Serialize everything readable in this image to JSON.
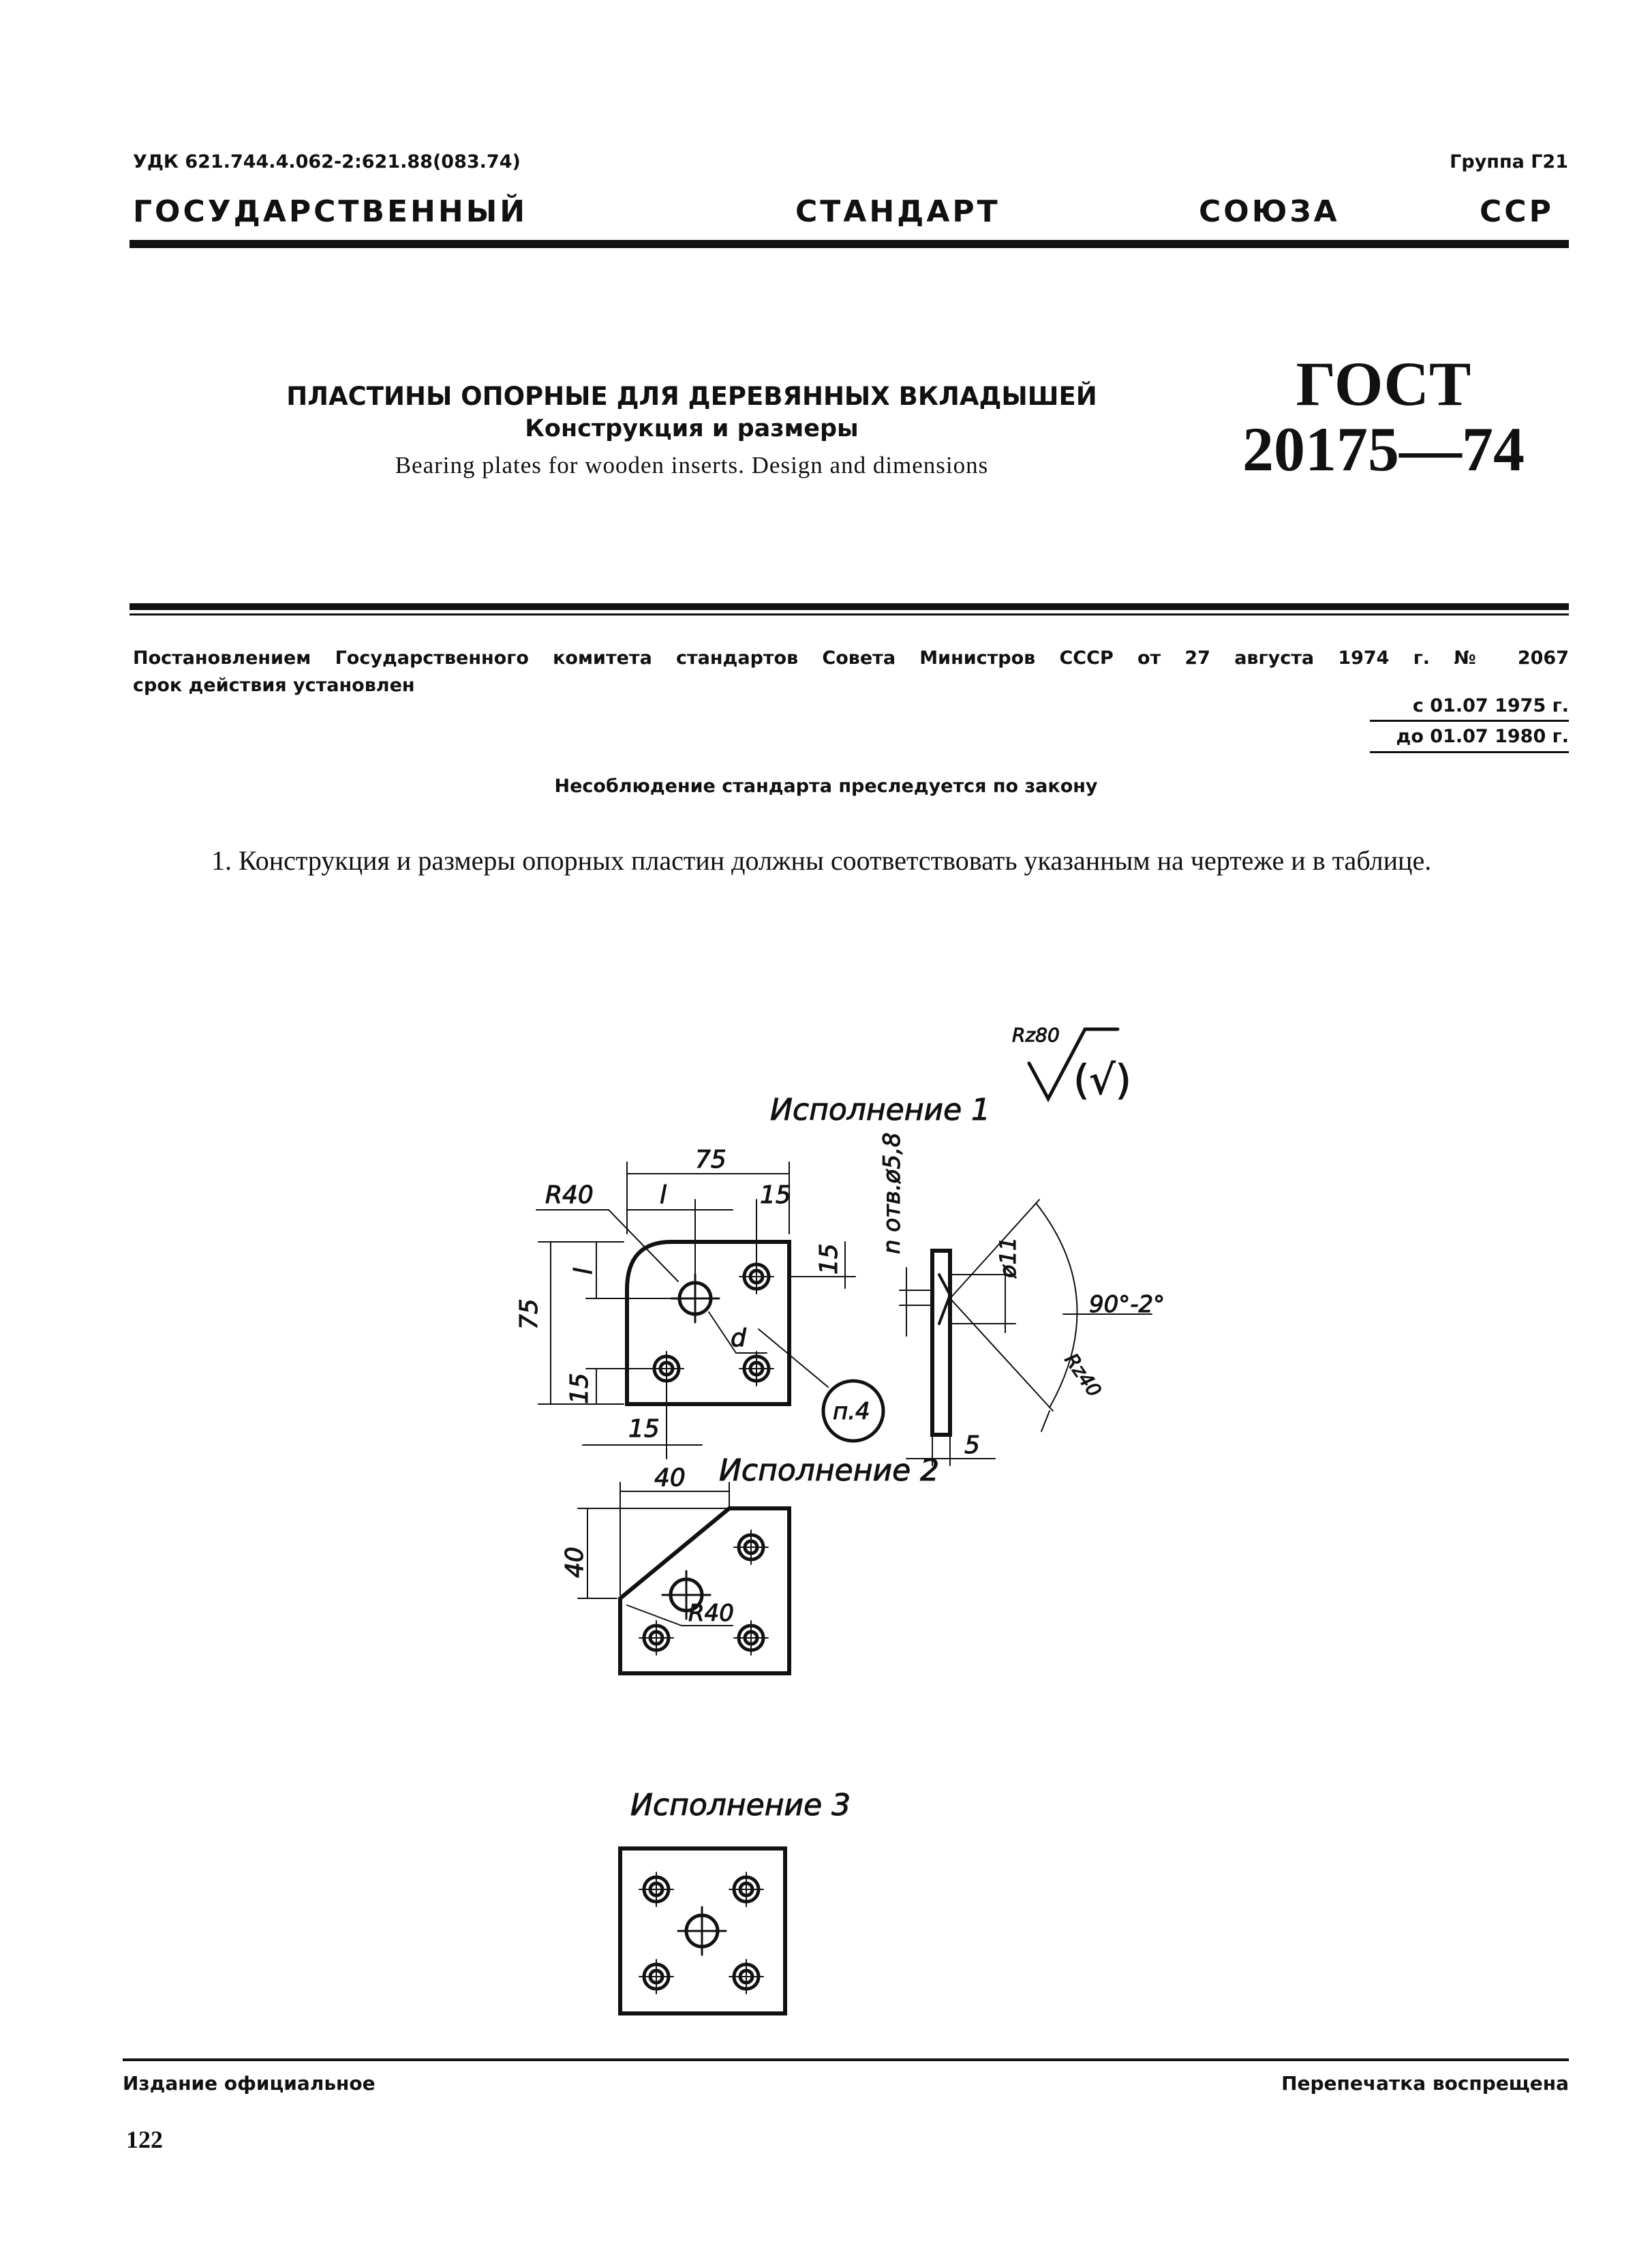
{
  "header": {
    "udk": "УДК 621.744.4.062-2:621.88(083.74)",
    "group": "Группа Г21",
    "state_title_words": [
      "ГОСУДАРСТВЕННЫЙ",
      "СТАНДАРТ",
      "СОЮЗА",
      "ССР"
    ]
  },
  "title": {
    "ru": "ПЛАСТИНЫ ОПОРНЫЕ ДЛЯ ДЕРЕВЯННЫХ ВКЛАДЫШЕЙ",
    "subtitle_ru": "Конструкция и размеры",
    "en": "Bearing plates for wooden inserts. Design and dimensions",
    "gost_label": "ГОСТ",
    "gost_number": "20175—74"
  },
  "decree": {
    "text": "Постановлением Государственного комитета стандартов Совета Министров СССР от 27 августа 1974 г. № 2067",
    "validity_label": "срок действия установлен",
    "valid_from": "с 01.07 1975 г.",
    "valid_to": "до 01.07 1980 г.",
    "law_notice": "Несоблюдение стандарта преследуется по закону"
  },
  "paragraph_1": "1. Конструкция и размеры опорных пластин должны соответствовать указанным на чертеже и в таблице.",
  "drawing": {
    "roughness_label": "Rz80",
    "roughness_paren": "(√)",
    "version_1_label": "Исполнение 1",
    "version_2_label": "Исполнение 2",
    "version_3_label": "Исполнение 3",
    "dim_75": "75",
    "dim_15": "15",
    "dim_l": "l",
    "dim_d": "d",
    "dim_R40": "R40",
    "dim_40": "40",
    "dim_5": "5",
    "dim_holes": "n отв.ø5,8",
    "dim_d11": "ø11",
    "dim_angle": "90°-2°",
    "dim_rz40": "Rz40",
    "callout_p4": "п.4"
  },
  "footer": {
    "left": "Издание официальное",
    "right": "Перепечатка воспрещена",
    "page_number": "122"
  }
}
